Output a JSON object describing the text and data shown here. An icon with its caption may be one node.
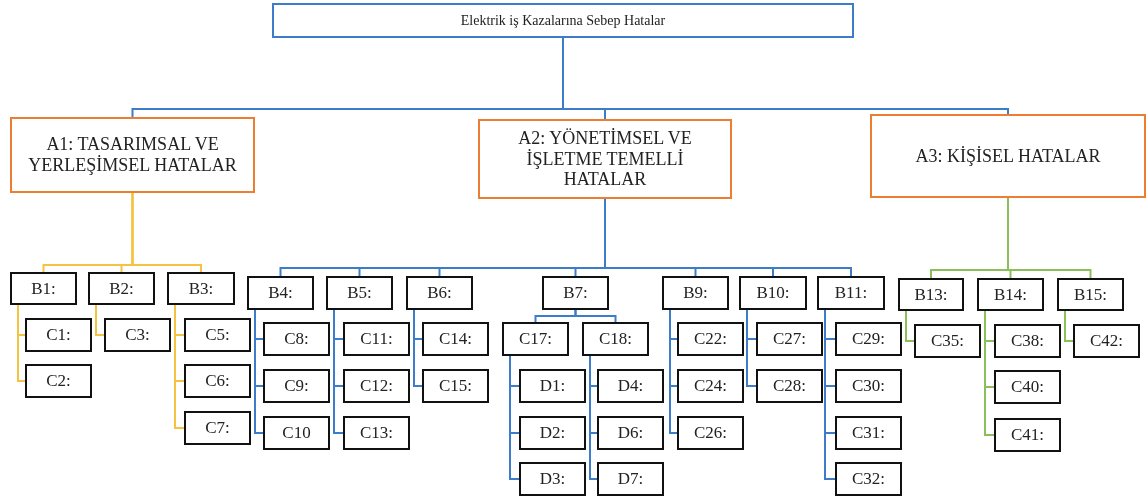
{
  "diagram": {
    "nodes": [
      {
        "text": [
          "Elektrik iş Kazalarına Sebep Hatalar"
        ]
      },
      {
        "text": [
          "A1: TASARIMSAL VE YERLEŞİMSEL HATALAR"
        ]
      },
      {
        "text": [
          "A2: YÖNETİMSEL VE İŞLETME TEMELLİ HATALAR"
        ]
      },
      {
        "text": [
          "A3: KİŞİSEL HATALAR"
        ]
      },
      {
        "text": [
          "B1:"
        ]
      },
      {
        "text": [
          "B2:"
        ]
      },
      {
        "text": [
          "B3:"
        ]
      },
      {
        "text": [
          "C1:"
        ]
      },
      {
        "text": [
          "C2:"
        ]
      },
      {
        "text": [
          "C3:"
        ]
      },
      {
        "text": [
          "C5:"
        ]
      },
      {
        "text": [
          "C6:"
        ]
      },
      {
        "text": [
          "C7:"
        ]
      },
      {
        "text": [
          "B4:"
        ]
      },
      {
        "text": [
          "B5:"
        ]
      },
      {
        "text": [
          "B6:"
        ]
      },
      {
        "text": [
          "B7:"
        ]
      },
      {
        "text": [
          "B9:"
        ]
      },
      {
        "text": [
          "B10:"
        ]
      },
      {
        "text": [
          "B11:"
        ]
      },
      {
        "text": [
          "C8:"
        ]
      },
      {
        "text": [
          "C9:"
        ]
      },
      {
        "text": [
          "C10"
        ]
      },
      {
        "text": [
          "C11:"
        ]
      },
      {
        "text": [
          "C12:"
        ]
      },
      {
        "text": [
          "C13:"
        ]
      },
      {
        "text": [
          "C14:"
        ]
      },
      {
        "text": [
          "C15:"
        ]
      },
      {
        "text": [
          "C17:"
        ]
      },
      {
        "text": [
          "C18:"
        ]
      },
      {
        "text": [
          "D1:"
        ]
      },
      {
        "text": [
          "D2:"
        ]
      },
      {
        "text": [
          "D3:"
        ]
      },
      {
        "text": [
          "D4:"
        ]
      },
      {
        "text": [
          "D6:"
        ]
      },
      {
        "text": [
          "D7:"
        ]
      },
      {
        "text": [
          "C22:"
        ]
      },
      {
        "text": [
          "C24:"
        ]
      },
      {
        "text": [
          "C26:"
        ]
      },
      {
        "text": [
          "C27:"
        ]
      },
      {
        "text": [
          "C28:"
        ]
      },
      {
        "text": [
          "C29:"
        ]
      },
      {
        "text": [
          "C30:"
        ]
      },
      {
        "text": [
          "C31:"
        ]
      },
      {
        "text": [
          "C32:"
        ]
      },
      {
        "text": [
          "B13:"
        ]
      },
      {
        "text": [
          "B14:"
        ]
      },
      {
        "text": [
          "B15:"
        ]
      },
      {
        "text": [
          "C35:"
        ]
      },
      {
        "text": [
          "C38:"
        ]
      },
      {
        "text": [
          "C40:"
        ]
      },
      {
        "text": [
          "C41:"
        ]
      },
      {
        "text": [
          "C42:"
        ]
      }
    ],
    "edges": [
      {
        "from": 0,
        "to": 1,
        "arrow": "none"
      },
      {
        "from": 0,
        "to": 2,
        "arrow": "none"
      },
      {
        "from": 0,
        "to": 3,
        "arrow": "none"
      },
      {
        "from": 1,
        "to": 4,
        "arrow": "none",
        "color": "#f5c342"
      },
      {
        "from": 1,
        "to": 5,
        "arrow": "none",
        "color": "#f5c342"
      },
      {
        "from": 1,
        "to": 6,
        "arrow": "none",
        "color": "#f5c342"
      },
      {
        "from": 4,
        "to": 7,
        "arrow": "none",
        "color": "#f5c342"
      },
      {
        "from": 4,
        "to": 8,
        "arrow": "none",
        "color": "#f5c342"
      },
      {
        "from": 5,
        "to": 9,
        "arrow": "none",
        "color": "#f5c342"
      },
      {
        "from": 6,
        "to": 10,
        "arrow": "none",
        "color": "#f5c342"
      },
      {
        "from": 6,
        "to": 11,
        "arrow": "none",
        "color": "#f5c342"
      },
      {
        "from": 6,
        "to": 12,
        "arrow": "none",
        "color": "#f5c342"
      },
      {
        "from": 2,
        "to": 13,
        "arrow": "none"
      },
      {
        "from": 2,
        "to": 14,
        "arrow": "none"
      },
      {
        "from": 2,
        "to": 15,
        "arrow": "none"
      },
      {
        "from": 2,
        "to": 16,
        "arrow": "none"
      },
      {
        "from": 2,
        "to": 17,
        "arrow": "none"
      },
      {
        "from": 2,
        "to": 18,
        "arrow": "none"
      },
      {
        "from": 2,
        "to": 19,
        "arrow": "none"
      },
      {
        "from": 13,
        "to": 20,
        "arrow": "none"
      },
      {
        "from": 13,
        "to": 21,
        "arrow": "none"
      },
      {
        "from": 13,
        "to": 22,
        "arrow": "none"
      },
      {
        "from": 14,
        "to": 23,
        "arrow": "none"
      },
      {
        "from": 14,
        "to": 24,
        "arrow": "none"
      },
      {
        "from": 14,
        "to": 25,
        "arrow": "none"
      },
      {
        "from": 15,
        "to": 26,
        "arrow": "none"
      },
      {
        "from": 15,
        "to": 27,
        "arrow": "none"
      },
      {
        "from": 16,
        "to": 28,
        "arrow": "none"
      },
      {
        "from": 16,
        "to": 29,
        "arrow": "none"
      },
      {
        "from": 28,
        "to": 30,
        "arrow": "none"
      },
      {
        "from": 28,
        "to": 31,
        "arrow": "none"
      },
      {
        "from": 28,
        "to": 32,
        "arrow": "none"
      },
      {
        "from": 29,
        "to": 33,
        "arrow": "none"
      },
      {
        "from": 29,
        "to": 34,
        "arrow": "none"
      },
      {
        "from": 29,
        "to": 35,
        "arrow": "none"
      },
      {
        "from": 17,
        "to": 36,
        "arrow": "none"
      },
      {
        "from": 17,
        "to": 37,
        "arrow": "none"
      },
      {
        "from": 17,
        "to": 38,
        "arrow": "none"
      },
      {
        "from": 18,
        "to": 39,
        "arrow": "none"
      },
      {
        "from": 18,
        "to": 40,
        "arrow": "none"
      },
      {
        "from": 19,
        "to": 41,
        "arrow": "none"
      },
      {
        "from": 19,
        "to": 42,
        "arrow": "none"
      },
      {
        "from": 19,
        "to": 43,
        "arrow": "none"
      },
      {
        "from": 19,
        "to": 44,
        "arrow": "none"
      },
      {
        "from": 3,
        "to": 45,
        "arrow": "none",
        "color": "#8bbf5a"
      },
      {
        "from": 3,
        "to": 46,
        "arrow": "none",
        "color": "#8bbf5a"
      },
      {
        "from": 3,
        "to": 47,
        "arrow": "none",
        "color": "#8bbf5a"
      },
      {
        "from": 45,
        "to": 48,
        "arrow": "none",
        "color": "#8bbf5a"
      },
      {
        "from": 46,
        "to": 49,
        "arrow": "none",
        "color": "#8bbf5a"
      },
      {
        "from": 46,
        "to": 50,
        "arrow": "none",
        "color": "#8bbf5a"
      },
      {
        "from": 46,
        "to": 51,
        "arrow": "none",
        "color": "#8bbf5a"
      },
      {
        "from": 47,
        "to": 52,
        "arrow": "none",
        "color": "#8bbf5a"
      }
    ]
  }
}
